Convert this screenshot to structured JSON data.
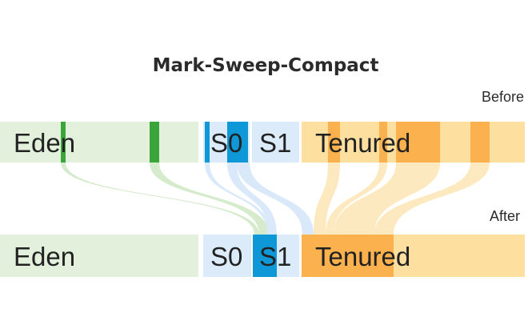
{
  "title": "Mark-Sweep-Compact",
  "before_label": "Before",
  "after_label": "After",
  "before": {
    "eden": "Eden",
    "s0": "S0",
    "s1": "S1",
    "tenured": "Tenured"
  },
  "after": {
    "eden": "Eden",
    "s0": "S0",
    "s1": "S1",
    "tenured": "Tenured"
  },
  "colors": {
    "eden_light": "#e2f0dc",
    "eden_live": "#3aa53a",
    "survivor_light": "#dcebf9",
    "survivor_live": "#0f98d8",
    "tenured_light": "#fde0a0",
    "tenured_live": "#fbb24e"
  }
}
